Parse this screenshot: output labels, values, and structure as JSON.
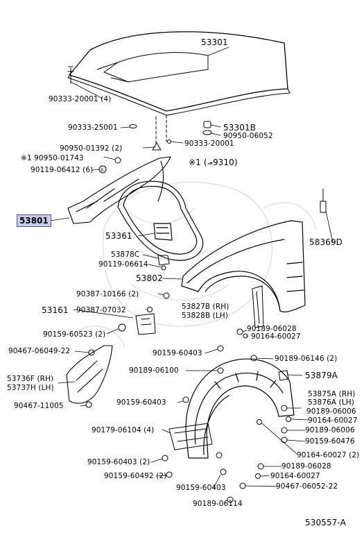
{
  "colors": {
    "line": "#000000",
    "highlight": "#c9cdf2",
    "highlight_border": "#4a4f9c",
    "watermark": "#d9d9d9"
  },
  "figure_id": "530557-A",
  "highlighted_part": "53801",
  "note": {
    "mark": "※1",
    "range": "(     -9310)"
  },
  "labels": {
    "p53301": "53301",
    "p90333_20001_4": "90333-20001 (4)",
    "p90333_25001": "90333-25001",
    "p53301b": "53301B",
    "p90950_06052": "90950-06052",
    "p90950_01392": "90950-01392 (2)",
    "p90333_20001": "90333-20001",
    "p90950_01743": "※1 90950-01743",
    "p90119_06412": "90119-06412 (6)",
    "p53361": "53361",
    "p53878c": "53878C",
    "p90119_06614": "90119-06614",
    "p53802": "53802",
    "p58369d": "58369D",
    "p90387_10166": "90387-10166 (2)",
    "p53161": "53161",
    "p90387_07032": "90387-07032",
    "p53827b": "53827B (RH)",
    "p53828b": "53828B (LH)",
    "p90189_06028a": "90189-06028",
    "p90164_60027a": "90164-60027",
    "p90159_60523": "90159-60523 (2)",
    "p90467_06049": "90467-06049-22",
    "p90159_60403a": "90159-60403",
    "p90189_06146": "90189-06146 (2)",
    "p90189_06100": "90189-06100",
    "p53879a": "53879A",
    "p53736f": "53736F (RH)",
    "p53737h": "53737H (LH)",
    "p53875a": "53875A (RH)",
    "p53876a": "53876A (LH)",
    "p90189_06006a": "90189-06006",
    "p90159_60403b": "90159-60403",
    "p90164_60027b": "90164-60027",
    "p90467_11005": "90467-11005",
    "p90189_06006b": "90189-06006",
    "p90179_06104": "90179-06104 (4)",
    "p90159_60476": "90159-60476",
    "p90164_60027c": "90164-60027 (2)",
    "p90159_60403c": "90159-60403 (2)",
    "p90189_06028b": "90189-06028",
    "p90159_60492": "90159-60492 (2)",
    "p90164_60027d": "90164-60027",
    "p90159_60403d": "90159-60403",
    "p90467_06052": "90467-06052-22",
    "p90189_06114": "90189-06114"
  }
}
